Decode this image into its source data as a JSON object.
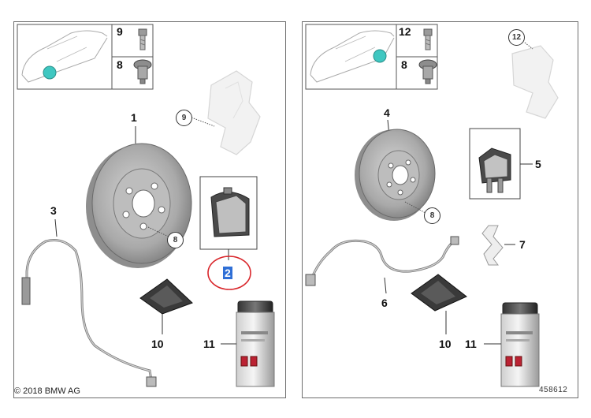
{
  "left": {
    "callouts": {
      "bolt": "9",
      "screw": "8",
      "disc": "1",
      "pads": "2",
      "sensor": "3",
      "caliper_ref": "9",
      "screw_ref": "8",
      "cloth": "10",
      "spray": "11"
    }
  },
  "right": {
    "callouts": {
      "bolt": "12",
      "screw": "8",
      "caliper_ref": "12",
      "disc": "4",
      "screw_ref": "8",
      "pads": "5",
      "clip": "7",
      "sensor": "6",
      "cloth": "10",
      "spray": "11"
    }
  },
  "footer": {
    "copyright": "© 2018 BMW AG",
    "diagram_id": "458612"
  },
  "colors": {
    "marker": "#3fc7c1",
    "highlight": "#2f6fd6",
    "ring": "#d9262b"
  }
}
